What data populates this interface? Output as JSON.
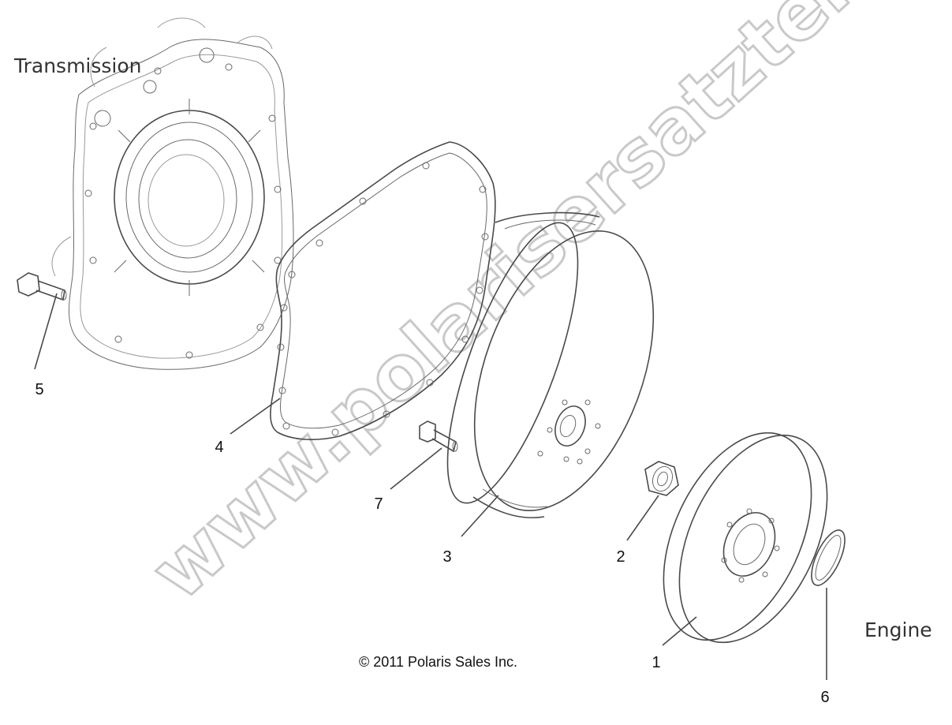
{
  "regions": {
    "transmission": "Transmission",
    "engine": "Engine"
  },
  "copyright": "© 2011 Polaris Sales Inc.",
  "watermark": "www.polarisersatzteile.de",
  "callouts": {
    "p1": "1",
    "p2": "2",
    "p3": "3",
    "p4": "4",
    "p5": "5",
    "p6": "6",
    "p7": "7"
  }
}
